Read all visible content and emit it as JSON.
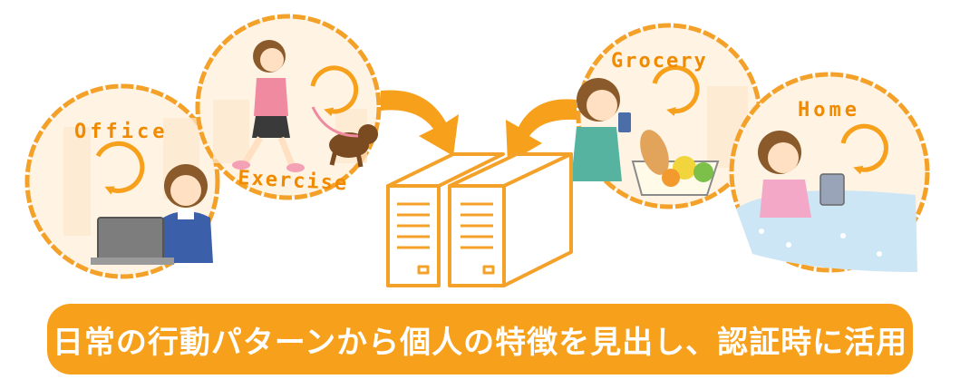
{
  "scenes": {
    "office": "Office",
    "exercise": "Exercise",
    "grocery": "Grocery",
    "home": "Home"
  },
  "caption": "日常の行動パターンから個人の特徴を見出し、認証時に活用",
  "colors": {
    "accent": "#f7a01b",
    "outline": "#f4a12a",
    "caption_text": "#ffffff"
  },
  "icons": [
    "cycle-arrow-icon",
    "server-icon",
    "curved-arrow-icon"
  ]
}
